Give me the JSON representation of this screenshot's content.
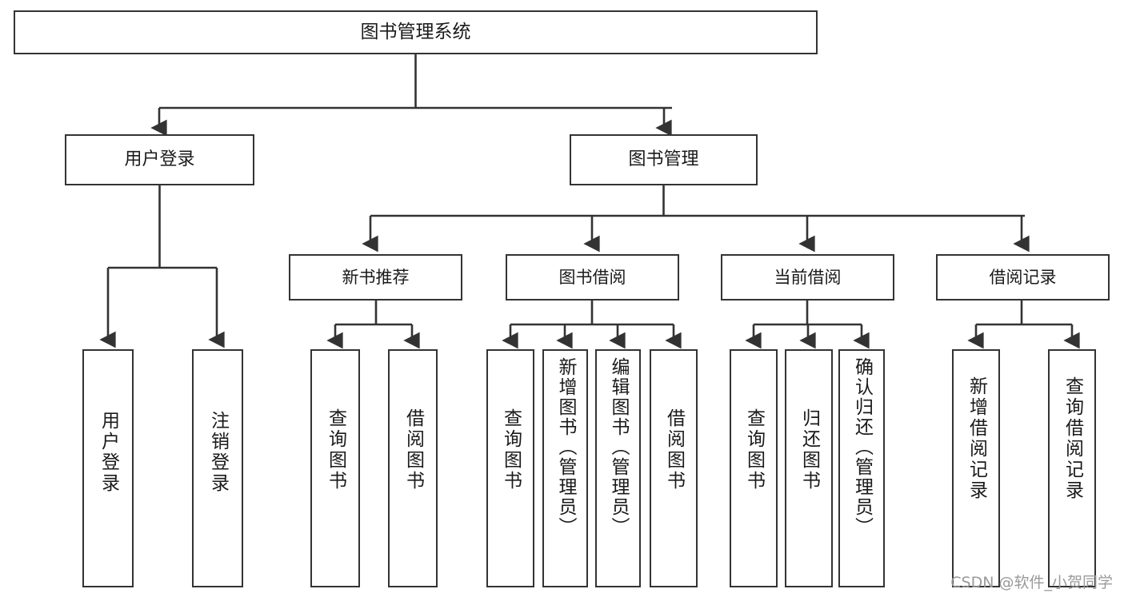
{
  "diagram": {
    "type": "tree-hierarchy",
    "title": "图书管理系统",
    "watermark": "CSDN @软件_小贺同学",
    "colors": {
      "stroke": "#333333",
      "fill": "#ffffff",
      "text": "#1a1a1a",
      "watermark": "#9a9a9a"
    },
    "root": {
      "id": "root",
      "label": "图书管理系统"
    },
    "level2": [
      {
        "id": "user-login",
        "label": "用户登录"
      },
      {
        "id": "book-management",
        "label": "图书管理"
      }
    ],
    "level3": [
      {
        "id": "new-book-recommend",
        "label": "新书推荐",
        "parent": "book-management"
      },
      {
        "id": "book-borrow",
        "label": "图书借阅",
        "parent": "book-management"
      },
      {
        "id": "current-borrow",
        "label": "当前借阅",
        "parent": "book-management"
      },
      {
        "id": "borrow-record",
        "label": "借阅记录",
        "parent": "book-management"
      }
    ],
    "leaves": [
      {
        "id": "leaf-user-login",
        "label": "用户登录",
        "parent": "user-login"
      },
      {
        "id": "leaf-user-logout",
        "label": "注销登录",
        "parent": "user-login"
      },
      {
        "id": "leaf-query-book-1",
        "label": "查询图书",
        "parent": "new-book-recommend"
      },
      {
        "id": "leaf-borrow-book-1",
        "label": "借阅图书",
        "parent": "new-book-recommend"
      },
      {
        "id": "leaf-query-book-2",
        "label": "查询图书",
        "parent": "book-borrow"
      },
      {
        "id": "leaf-add-book",
        "label": "新增图书（管理员）",
        "parent": "book-borrow"
      },
      {
        "id": "leaf-edit-book",
        "label": "编辑图书（管理员）",
        "parent": "book-borrow"
      },
      {
        "id": "leaf-borrow-book-2",
        "label": "借阅图书",
        "parent": "book-borrow"
      },
      {
        "id": "leaf-query-book-3",
        "label": "查询图书",
        "parent": "current-borrow"
      },
      {
        "id": "leaf-return-book",
        "label": "归还图书",
        "parent": "current-borrow"
      },
      {
        "id": "leaf-confirm-return",
        "label": "确认归还（管理员）",
        "parent": "current-borrow"
      },
      {
        "id": "leaf-add-record",
        "label": "新增借阅记录",
        "parent": "borrow-record"
      },
      {
        "id": "leaf-query-record",
        "label": "查询借阅记录",
        "parent": "borrow-record"
      }
    ]
  }
}
